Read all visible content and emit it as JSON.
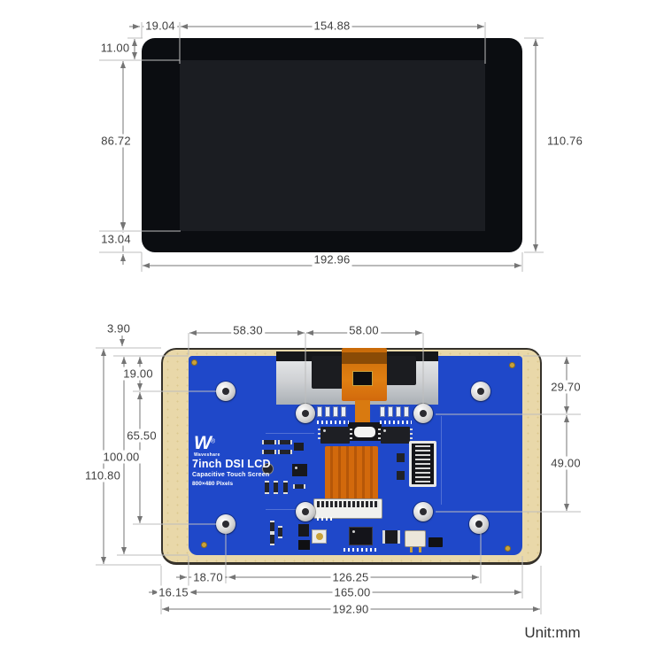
{
  "colors": {
    "pcb_blue": "#1f48c9",
    "board_tan": "#e9d8a9",
    "bezel_black": "#0b0d11",
    "screen_gray": "#1b1d22",
    "flex_orange": "#d2690c",
    "dim_line": "#757575",
    "ext_line": "#bdbdbd",
    "label_text": "#3f3f3f"
  },
  "front_view": {
    "dims": {
      "bezel_left_width": "19.04",
      "screen_width": "154.88",
      "bezel_top_height": "11.00",
      "screen_height": "86.72",
      "bezel_bottom_height": "13.04",
      "panel_height": "110.76",
      "panel_width": "192.96"
    }
  },
  "back_view": {
    "pcb": {
      "brand": "Waveshare",
      "logo_glyph": "W",
      "registered_mark": "®",
      "title": "7inch DSI LCD",
      "subtitle": "Capacitive Touch Screen",
      "resolution": "800×480 Pixels"
    },
    "dims": {
      "pcb_top_offset": "3.90",
      "hole_left_span": "58.30",
      "hole_mid_span": "58.00",
      "hole_top_offset": "19.00",
      "hole_vertical_span": "65.50",
      "pcb_height": "100.00",
      "board_height": "110.80",
      "right_top_span": "29.70",
      "right_mid_span": "49.00",
      "hole_left_inset": "18.70",
      "hole_horizontal_span": "126.25",
      "pcb_left_inset": "16.15",
      "pcb_width": "165.00",
      "board_width": "192.90"
    }
  },
  "footer": {
    "unit_label": "Unit:mm"
  }
}
